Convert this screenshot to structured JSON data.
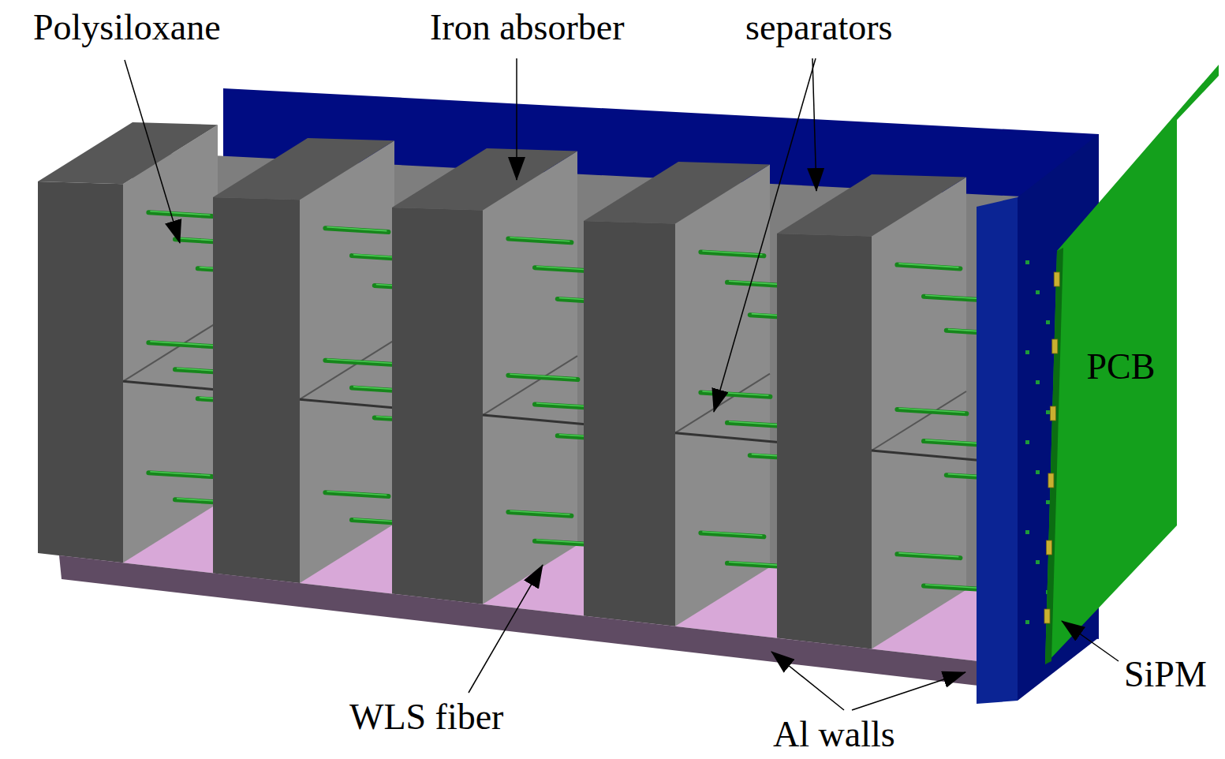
{
  "diagram": {
    "nodes": [
      {
        "text": [
          "PCB"
        ]
      }
    ],
    "labels": [
      "Polysiloxane",
      "Iron absorber",
      "separators",
      "WLS fiber",
      "Al walls",
      "SiPM"
    ]
  }
}
